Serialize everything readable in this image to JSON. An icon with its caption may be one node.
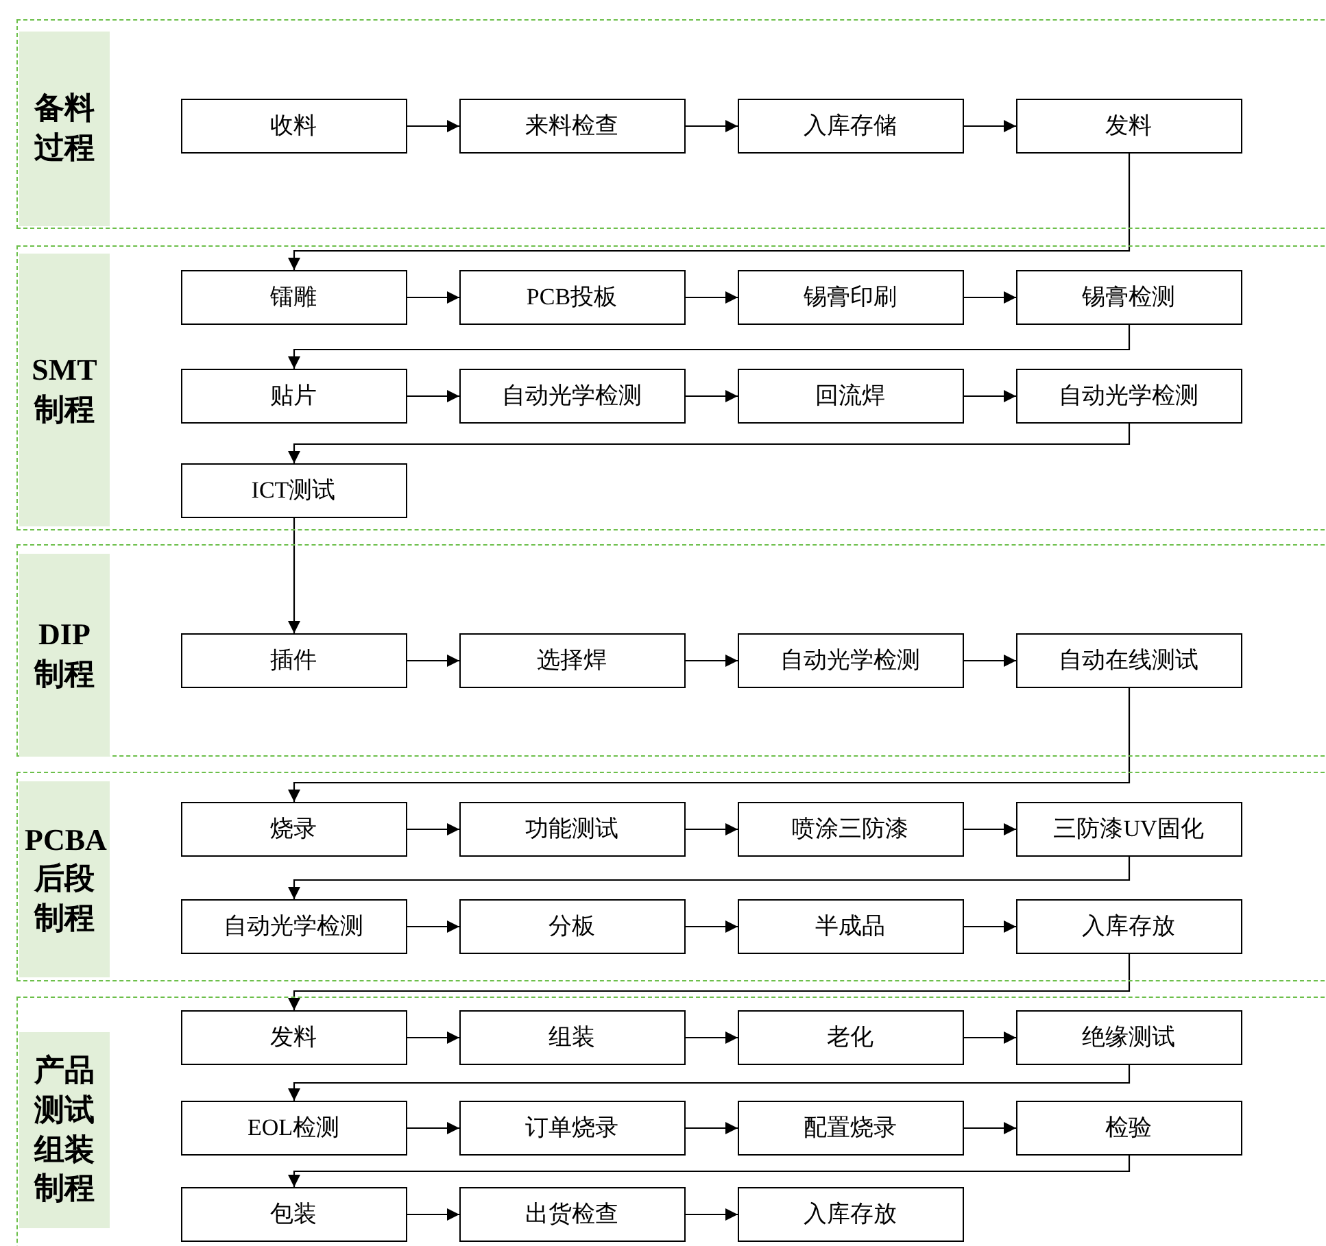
{
  "diagram": {
    "nodes": [
      {
        "text": [
          "备料过程"
        ]
      },
      {
        "text": [
          "收料"
        ],
        "in": 0
      },
      {
        "text": [
          "来料检查"
        ],
        "in": 0
      },
      {
        "text": [
          "入库存储"
        ],
        "in": 0
      },
      {
        "text": [
          "发料"
        ],
        "in": 0
      },
      {
        "text": [
          "SMT制程"
        ]
      },
      {
        "text": [
          "镭雕"
        ],
        "in": 5
      },
      {
        "text": [
          "PCB投板"
        ],
        "in": 5
      },
      {
        "text": [
          "锡膏印刷"
        ],
        "in": 5
      },
      {
        "text": [
          "锡膏检测"
        ],
        "in": 5
      },
      {
        "text": [
          "贴片"
        ],
        "in": 5
      },
      {
        "text": [
          "自动光学检测"
        ],
        "in": 5
      },
      {
        "text": [
          "回流焊"
        ],
        "in": 5
      },
      {
        "text": [
          "自动光学检测"
        ],
        "in": 5
      },
      {
        "text": [
          "ICT测试"
        ],
        "in": 5
      },
      {
        "text": [
          "DIP制程"
        ]
      },
      {
        "text": [
          "插件"
        ],
        "in": 15
      },
      {
        "text": [
          "选择焊"
        ],
        "in": 15
      },
      {
        "text": [
          "自动光学检测"
        ],
        "in": 15
      },
      {
        "text": [
          "自动在线测试"
        ],
        "in": 15
      },
      {
        "text": [
          "PCBA后段制程"
        ]
      },
      {
        "text": [
          "烧录"
        ],
        "in": 20
      },
      {
        "text": [
          "功能测试"
        ],
        "in": 20
      },
      {
        "text": [
          "喷涂三防漆"
        ],
        "in": 20
      },
      {
        "text": [
          "三防漆UV固化"
        ],
        "in": 20
      },
      {
        "text": [
          "自动光学检测"
        ],
        "in": 20
      },
      {
        "text": [
          "分板"
        ],
        "in": 20
      },
      {
        "text": [
          "半成品"
        ],
        "in": 20
      },
      {
        "text": [
          "入库存放"
        ],
        "in": 20
      },
      {
        "text": [
          "产品测试组装制程"
        ]
      },
      {
        "text": [
          "发料"
        ],
        "in": 29
      },
      {
        "text": [
          "组装"
        ],
        "in": 29
      },
      {
        "text": [
          "老化"
        ],
        "in": 29
      },
      {
        "text": [
          "绝缘测试"
        ],
        "in": 29
      },
      {
        "text": [
          "EOL检测"
        ],
        "in": 29
      },
      {
        "text": [
          "订单烧录"
        ],
        "in": 29
      },
      {
        "text": [
          "配置烧录"
        ],
        "in": 29
      },
      {
        "text": [
          "检验"
        ],
        "in": 29
      },
      {
        "text": [
          "包装"
        ],
        "in": 29
      },
      {
        "text": [
          "出货检查"
        ],
        "in": 29
      },
      {
        "text": [
          "入库存放"
        ],
        "in": 29
      }
    ],
    "edges": [
      {
        "from": 1,
        "to": 2,
        "arrow": "to"
      },
      {
        "from": 2,
        "to": 3,
        "arrow": "to"
      },
      {
        "from": 3,
        "to": 4,
        "arrow": "to"
      },
      {
        "from": 4,
        "to": 6,
        "arrow": "to"
      },
      {
        "from": 6,
        "to": 7,
        "arrow": "to"
      },
      {
        "from": 7,
        "to": 8,
        "arrow": "to"
      },
      {
        "from": 8,
        "to": 9,
        "arrow": "to"
      },
      {
        "from": 9,
        "to": 10,
        "arrow": "to"
      },
      {
        "from": 10,
        "to": 11,
        "arrow": "to"
      },
      {
        "from": 11,
        "to": 12,
        "arrow": "to"
      },
      {
        "from": 12,
        "to": 13,
        "arrow": "to"
      },
      {
        "from": 13,
        "to": 14,
        "arrow": "to"
      },
      {
        "from": 14,
        "to": 16,
        "arrow": "to"
      },
      {
        "from": 16,
        "to": 17,
        "arrow": "to"
      },
      {
        "from": 17,
        "to": 18,
        "arrow": "to"
      },
      {
        "from": 18,
        "to": 19,
        "arrow": "to"
      },
      {
        "from": 19,
        "to": 21,
        "arrow": "to"
      },
      {
        "from": 21,
        "to": 22,
        "arrow": "to"
      },
      {
        "from": 22,
        "to": 23,
        "arrow": "to"
      },
      {
        "from": 23,
        "to": 24,
        "arrow": "to"
      },
      {
        "from": 24,
        "to": 25,
        "arrow": "to"
      },
      {
        "from": 25,
        "to": 26,
        "arrow": "to"
      },
      {
        "from": 26,
        "to": 27,
        "arrow": "to"
      },
      {
        "from": 27,
        "to": 28,
        "arrow": "to"
      },
      {
        "from": 28,
        "to": 30,
        "arrow": "to"
      },
      {
        "from": 30,
        "to": 31,
        "arrow": "to"
      },
      {
        "from": 31,
        "to": 32,
        "arrow": "to"
      },
      {
        "from": 32,
        "to": 33,
        "arrow": "to"
      },
      {
        "from": 33,
        "to": 34,
        "arrow": "to"
      },
      {
        "from": 34,
        "to": 35,
        "arrow": "to"
      },
      {
        "from": 35,
        "to": 36,
        "arrow": "to"
      },
      {
        "from": 36,
        "to": 37,
        "arrow": "to"
      },
      {
        "from": 37,
        "to": 38,
        "arrow": "to"
      },
      {
        "from": 38,
        "to": 39,
        "arrow": "to"
      },
      {
        "from": 39,
        "to": 40,
        "arrow": "to"
      }
    ]
  }
}
